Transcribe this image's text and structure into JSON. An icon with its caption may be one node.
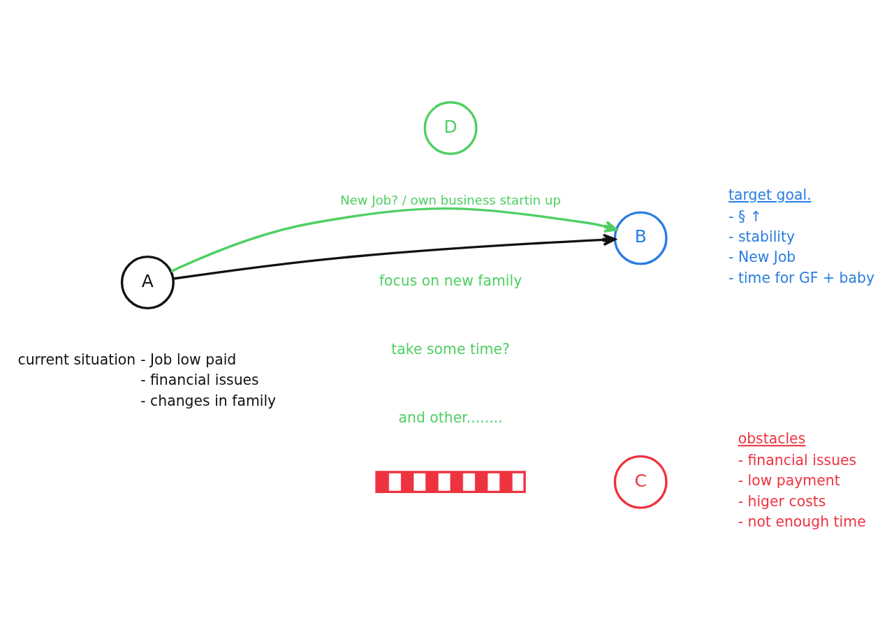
{
  "diagram": {
    "nodes": [
      {
        "text": [
          "D"
        ]
      },
      {
        "text": [
          "B"
        ],
        "beside": [
          "target goal.",
          "- § ↑",
          "- stability",
          "- New Job",
          "- time for GF + baby"
        ]
      },
      {
        "text": [],
        "shape": "bar"
      },
      {
        "text": [
          "C"
        ],
        "beside": [
          "obstacles",
          "- financial issues",
          "- low payment",
          "- higer costs",
          "- not enough time"
        ]
      },
      {
        "text": [
          "A"
        ],
        "beside": [
          "current situation",
          "- Job low paid",
          "- financial issues",
          "- changes in family"
        ]
      }
    ],
    "edges": [
      {
        "from": 4,
        "to": 1,
        "arrow": "to",
        "label": "New Job? / own business startin up",
        "color": "#4fcf63"
      },
      {
        "from": 4,
        "to": 1,
        "arrow": "to",
        "color": "#111111"
      }
    ],
    "labels": [
      "focus on new family",
      "take some time?",
      "and other........"
    ]
  }
}
